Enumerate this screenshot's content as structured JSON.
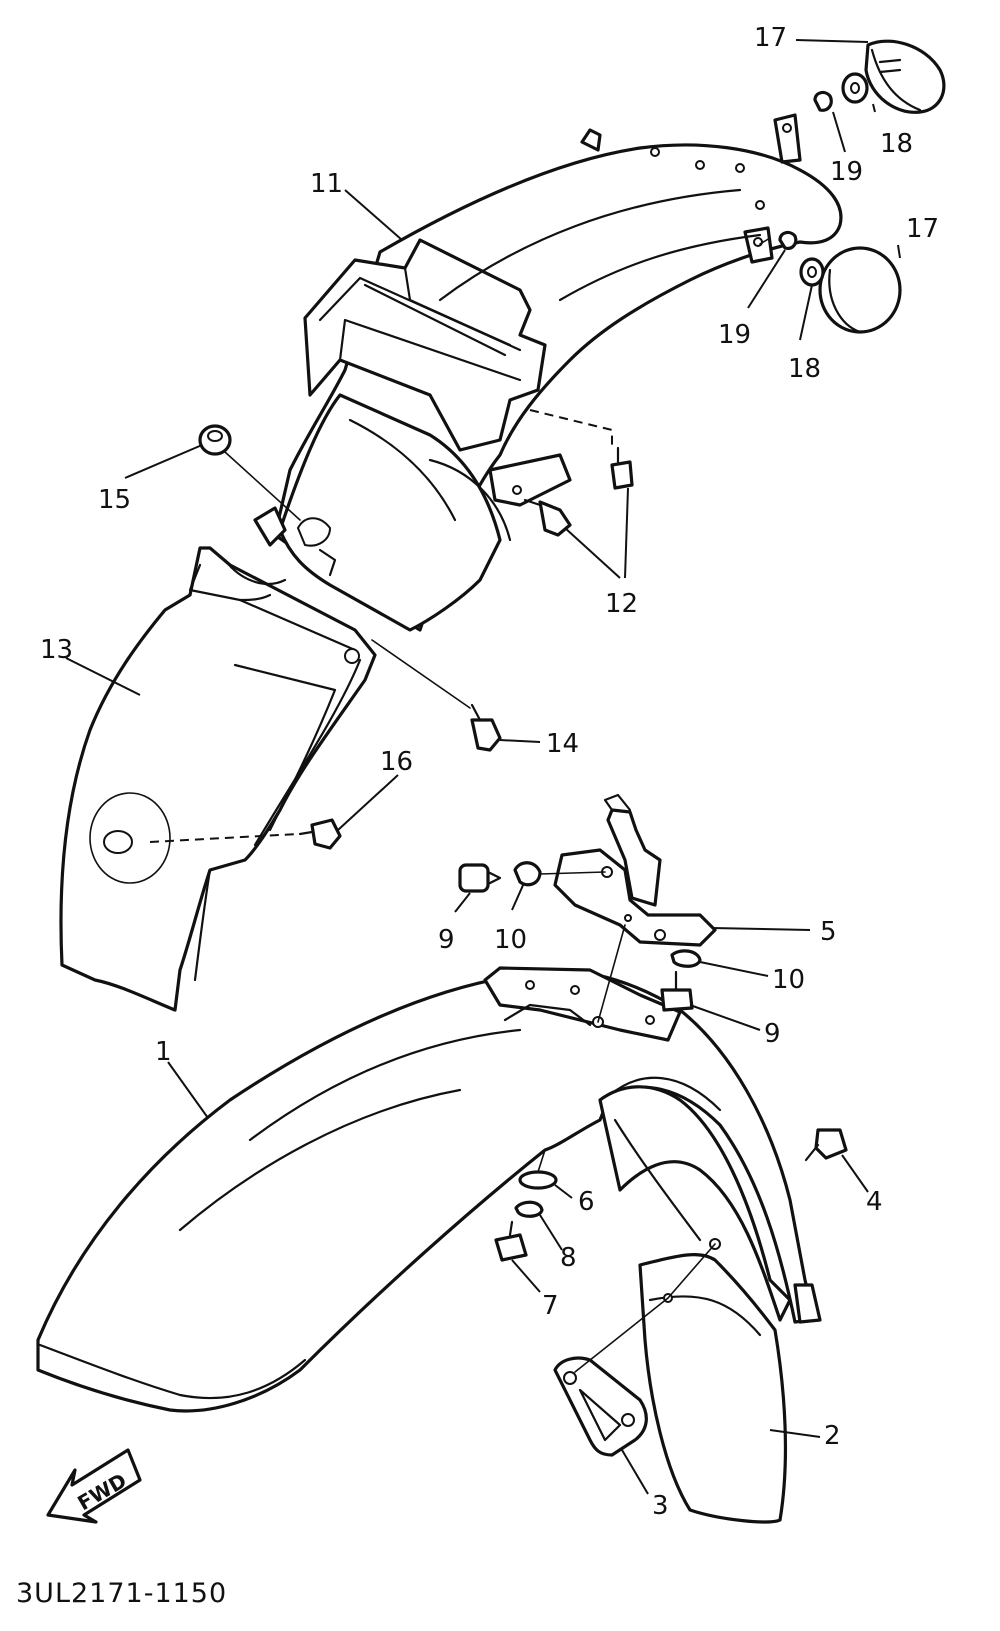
{
  "diagram": {
    "drawing_code": "3UL2171-1150",
    "direction_label": "FWD",
    "callouts": [
      "1",
      "2",
      "3",
      "4",
      "5",
      "6",
      "7",
      "8",
      "9",
      "10",
      "9",
      "10",
      "11",
      "12",
      "13",
      "14",
      "15",
      "16",
      "17",
      "17",
      "18",
      "18",
      "19",
      "19"
    ],
    "colors": {
      "line": "#111111",
      "background": "#ffffff"
    }
  }
}
